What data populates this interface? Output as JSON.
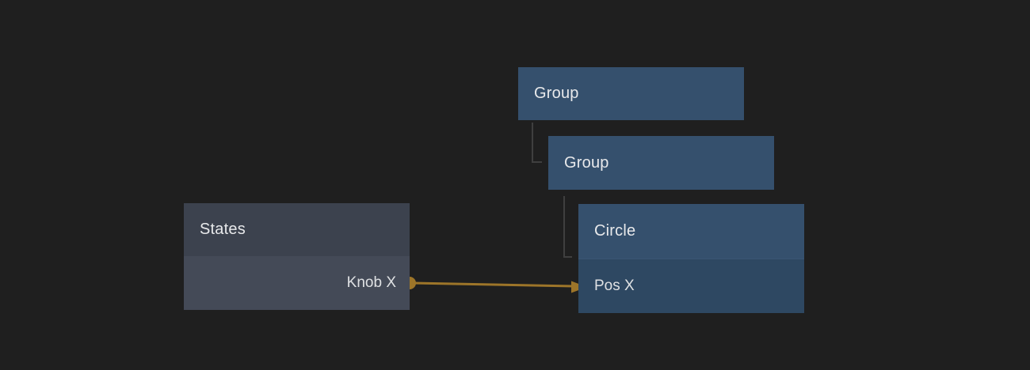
{
  "canvas": {
    "background_color": "#1f1f1f",
    "description": "node-graph connection view"
  },
  "colors": {
    "node_blue_header": "#35506d",
    "node_blue_row": "#2e4862",
    "node_gray_header": "#3c424e",
    "node_gray_row": "#444a57",
    "tree_line": "#3f3f3f",
    "connection_accent": "#9d7529",
    "label_text": "#e8e9eb"
  },
  "nodes": {
    "group1": {
      "title": "Group"
    },
    "group2": {
      "title": "Group"
    },
    "circle": {
      "title": "Circle",
      "input_port": "Pos X"
    },
    "states": {
      "title": "States",
      "output_port": "Knob X"
    }
  },
  "connection": {
    "from_node": "States",
    "from_port": "Knob X",
    "to_node": "Circle",
    "to_port": "Pos X",
    "color": "#9d7529"
  }
}
